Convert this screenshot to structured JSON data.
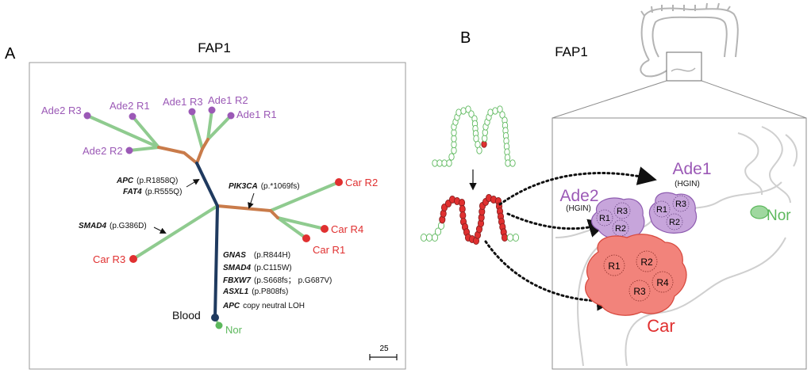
{
  "panel_a": {
    "letter": "A",
    "title": "FAP1",
    "tips": {
      "ade2_r3": "Ade2 R3",
      "ade2_r1": "Ade2 R1",
      "ade2_r2": "Ade2 R2",
      "ade1_r3": "Ade1 R3",
      "ade1_r2": "Ade1 R2",
      "ade1_r1": "Ade1 R1",
      "car_r2": "Car R2",
      "car_r4": "Car R4",
      "car_r1": "Car R1",
      "car_r3": "Car R3",
      "blood": "Blood",
      "nor": "Nor"
    },
    "mutations": {
      "apc_gene": "APC",
      "apc_change": "(p.R1858Q)",
      "fat4_gene": "FAT4",
      "fat4_change": "(p.R555Q)",
      "pik3ca_gene": "PIK3CA",
      "pik3ca_change": "(p.*1069fs)",
      "smad4a_gene": "SMAD4",
      "smad4a_change": "(p.G386D)",
      "gnas_gene": "GNAS",
      "gnas_change": "(p.R844H)",
      "smad4b_gene": "SMAD4",
      "smad4b_change": "(p.C115W)",
      "fbxw7_gene": "FBXW7",
      "fbxw7_change": "(p.S668fs； p.G687V)",
      "asxl1_gene": "ASXL1",
      "asxl1_change": "(p.P808fs)",
      "apc2_gene": "APC",
      "apc2_change": "copy neutral LOH"
    },
    "scale_label": "25"
  },
  "panel_b": {
    "letter": "B",
    "title": "FAP1",
    "ade1": "Ade1",
    "ade1_grade": "(HGIN)",
    "ade2": "Ade2",
    "ade2_grade": "(HGIN)",
    "ade1_regions": [
      "R1",
      "R2",
      "R3"
    ],
    "ade2_regions": [
      "R1",
      "R2",
      "R3"
    ],
    "car_regions": [
      "R1",
      "R2",
      "R3",
      "R4"
    ],
    "car": "Car",
    "nor": "Nor"
  },
  "colors": {
    "adenoma": "#9B59B6",
    "carcinoma": "#E03030",
    "normal": "#5CB85C",
    "trunk": "#1F3A5F",
    "shared_branch": "#C97B4A",
    "private_branch": "#8FCB8F",
    "adenoma_fill": "#C7A5DB",
    "carcinoma_fill": "#F2837B"
  }
}
